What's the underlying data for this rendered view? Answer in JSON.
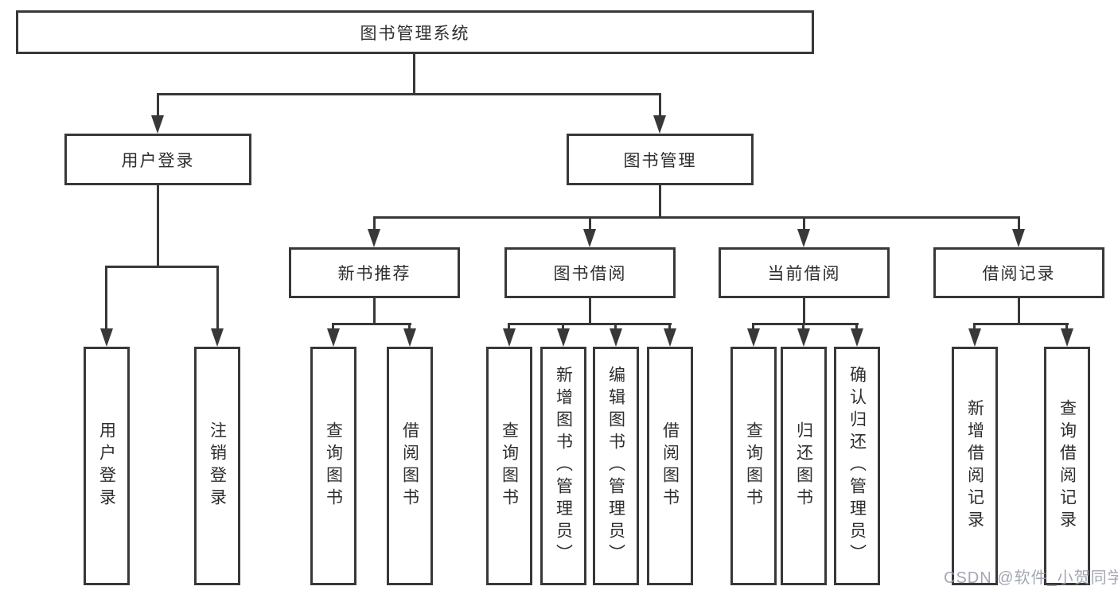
{
  "diagram_title": "图书管理系统",
  "nodes": {
    "root": "图书管理系统",
    "user_login": "用户登录",
    "book_mgmt": "图书管理",
    "new_book_rec": "新书推荐",
    "book_borrow": "图书借阅",
    "current_borrow": "当前借阅",
    "borrow_record": "借阅记录",
    "leaf_user_login": "用户登录",
    "leaf_logout": "注销登录",
    "rec_query_book": "查询图书",
    "rec_borrow_book": "借阅图书",
    "bb_query_book": "查询图书",
    "bb_add_book": "新增图书（管理员）",
    "bb_edit_book": "编辑图书（管理员）",
    "bb_borrow_book": "借阅图书",
    "cb_query_book": "查询图书",
    "cb_return_book": "归还图书",
    "cb_confirm_return": "确认归还（管理员）",
    "br_add_record": "新增借阅记录",
    "br_query_record": "查询借阅记录"
  },
  "hierarchy": {
    "图书管理系统": {
      "用户登录": [
        "用户登录",
        "注销登录"
      ],
      "图书管理": {
        "新书推荐": [
          "查询图书",
          "借阅图书"
        ],
        "图书借阅": [
          "查询图书",
          "新增图书（管理员）",
          "编辑图书（管理员）",
          "借阅图书"
        ],
        "当前借阅": [
          "查询图书",
          "归还图书",
          "确认归还（管理员）"
        ],
        "借阅记录": [
          "新增借阅记录",
          "查询借阅记录"
        ]
      }
    }
  },
  "watermark": "CSDN @软件_小贺同学",
  "colors": {
    "line": "#383838",
    "box_border": "#383838",
    "text": "#2e2e2e",
    "watermark": "#9aa0ac",
    "background": "#ffffff"
  }
}
